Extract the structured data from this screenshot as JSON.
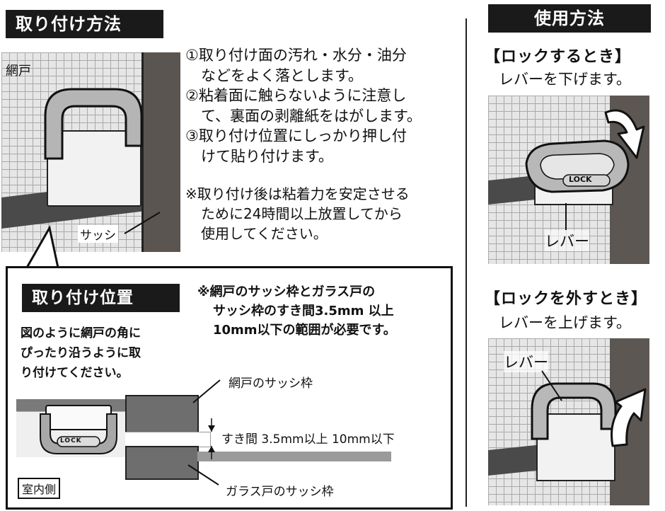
{
  "install": {
    "header": "取り付け方法",
    "illustration": {
      "screen_label": "網戸",
      "sash_label": "サッシ"
    },
    "steps": [
      {
        "line1": "①取り付け面の汚れ・水分・油分",
        "line2": "などをよく落とします。"
      },
      {
        "line1": "②粘着面に触らないように注意し",
        "line2": "て、裏面の剥離紙をはがします。"
      },
      {
        "line1": "③取り付け位置にしっかり押し付",
        "line2": "けて貼り付けます。"
      }
    ],
    "note": {
      "line1": "※取り付け後は粘着力を安定させる",
      "line2": "ために24時間以上放置してから",
      "line3": "使用してください。"
    }
  },
  "position": {
    "header": "取り付け位置",
    "instruction": {
      "line1": "図のように網戸の角に",
      "line2": "ぴったり沿うように取",
      "line3": "り付けてください。"
    },
    "note": {
      "line1": "※網戸のサッシ枠とガラス戸の",
      "line2": "サッシ枠のすき間3.5mm 以上",
      "line3": "10mm以下の範囲が必要です。"
    },
    "diagram": {
      "screen_frame_label": "網戸のサッシ枠",
      "gap_label": "すき間 3.5mm以上 10mm以下",
      "glass_frame_label": "ガラス戸のサッシ枠",
      "indoor_label": "室内側",
      "lock_text": "LOCK"
    }
  },
  "usage": {
    "header": "使用方法",
    "lock": {
      "title": "【ロックするとき】",
      "desc": "レバーを下げます。",
      "lever_label": "レバー",
      "lock_text": "LOCK"
    },
    "unlock": {
      "title": "【ロックを外すとき】",
      "desc": "レバーを上げます。",
      "lever_label": "レバー"
    }
  }
}
